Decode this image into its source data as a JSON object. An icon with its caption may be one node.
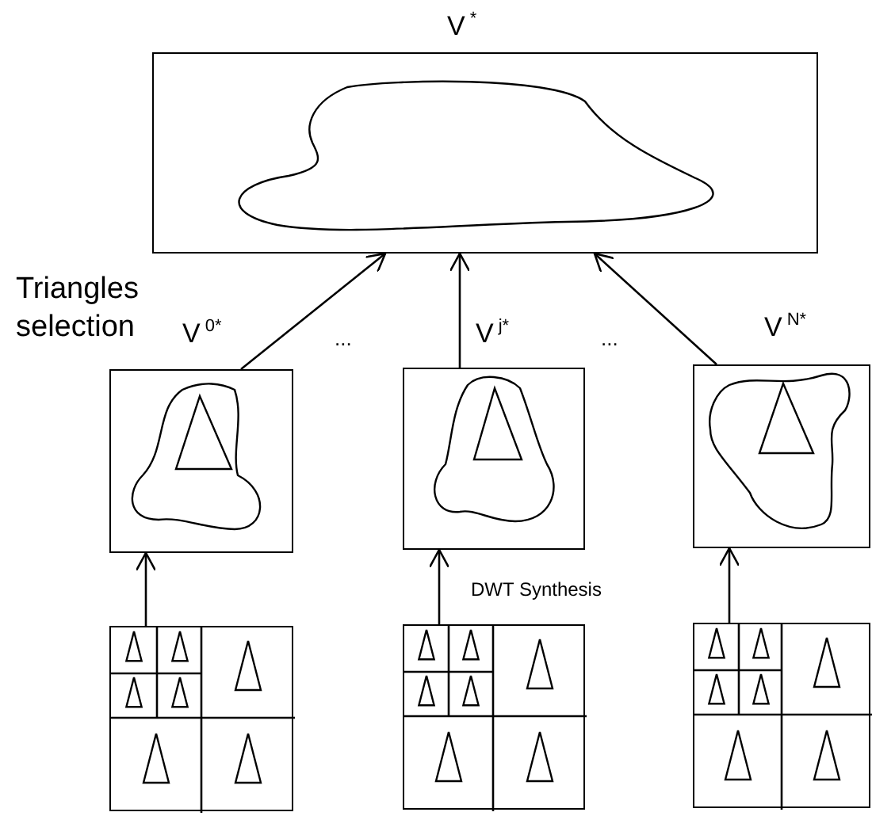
{
  "diagram": {
    "nodes": [
      {
        "text": [
          "V$^{*}$"
        ]
      },
      {
        "text": [
          "V$^{0*}$"
        ]
      },
      {
        "text": [
          "V$^{j*}$"
        ]
      },
      {
        "text": [
          "V$^{N*}$"
        ]
      },
      {
        "text": [],
        "shape": "box"
      },
      {
        "text": [],
        "shape": "box"
      },
      {
        "text": [],
        "shape": "box"
      }
    ],
    "edges": [
      {
        "from": 1,
        "to": 0,
        "arrow": "to"
      },
      {
        "from": 2,
        "to": 0,
        "arrow": "to"
      },
      {
        "from": 3,
        "to": 0,
        "arrow": "to"
      },
      {
        "from": 4,
        "to": 1,
        "arrow": "to"
      },
      {
        "from": 5,
        "to": 2,
        "arrow": "to"
      },
      {
        "from": 6,
        "to": 3,
        "arrow": "to"
      }
    ],
    "labels": [
      "Triangles selection",
      "...",
      "...",
      "DWT Synthesis"
    ]
  }
}
